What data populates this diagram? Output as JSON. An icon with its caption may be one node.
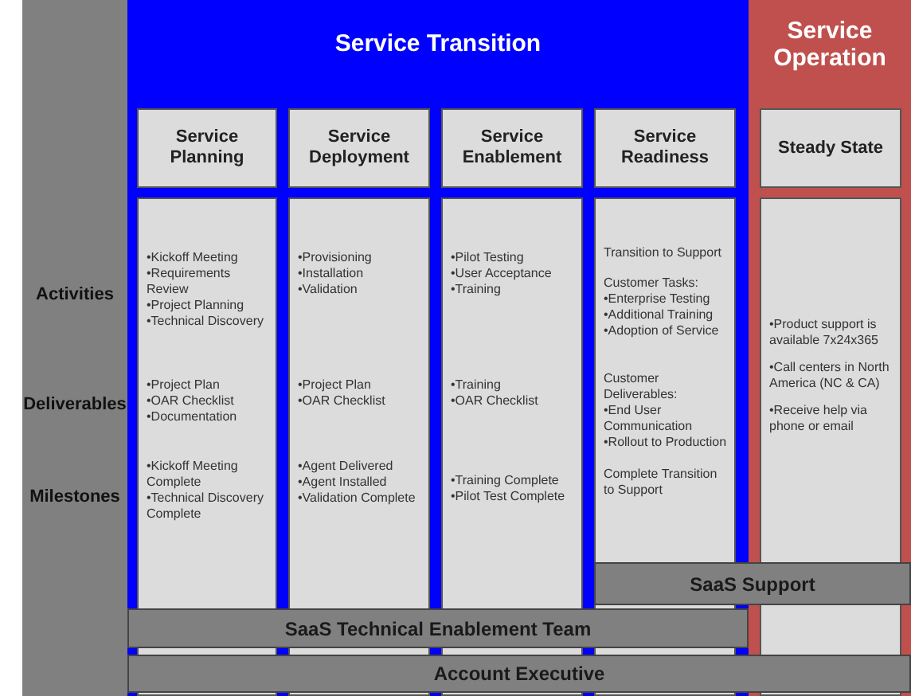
{
  "diagram": {
    "nodes": [
      {
        "text": [
          "Service Transition"
        ]
      },
      {
        "text": [
          "Service Planning"
        ],
        "in": 0
      },
      {
        "text": [
          "•Kickoff Meeting",
          "•Requirements Review",
          "•Project Planning",
          "•Technical Discovery",
          "•Project Plan",
          "•OAR Checklist",
          "•Documentation",
          "•Kickoff Meeting Complete",
          "•Technical Discovery Complete"
        ],
        "in": 0
      },
      {
        "text": [
          "Service Deployment"
        ],
        "in": 0
      },
      {
        "text": [
          "•Provisioning",
          "•Installation",
          "•Validation",
          "•Project Plan",
          "•OAR Checklist",
          "•Agent Delivered",
          "•Agent Installed",
          "•Validation  Complete"
        ],
        "in": 0
      },
      {
        "text": [
          "Service Enablement"
        ],
        "in": 0
      },
      {
        "text": [
          "•Pilot Testing",
          "•User Acceptance",
          "•Training",
          "•Training",
          "•OAR Checklist",
          "•Training Complete",
          "•Pilot Test Complete"
        ],
        "in": 0
      },
      {
        "text": [
          "Service Readiness"
        ],
        "in": 0
      },
      {
        "text": [
          "Transition to Support",
          "Customer Tasks:",
          "•Enterprise Testing",
          "•Additional Training",
          "•Adoption of Service",
          "Customer Deliverables:",
          "•End User Communication",
          "•Rollout to Production",
          "Complete Transition to Support"
        ],
        "in": 0
      },
      {
        "text": [
          "Service Operation"
        ]
      },
      {
        "text": [
          "Steady State"
        ],
        "in": 9
      },
      {
        "text": [
          "•Product support is available 7x24x365",
          "•Call centers in North America (NC & CA)",
          "•Receive help via phone or email"
        ],
        "in": 9
      },
      {
        "text": [
          "SaaS Support"
        ]
      },
      {
        "text": [
          "SaaS Technical Enablement Team"
        ],
        "in": 0
      },
      {
        "text": [
          "Account Executive"
        ]
      }
    ],
    "labels": [
      "Activities",
      "Deliverables",
      "Milestones"
    ]
  }
}
